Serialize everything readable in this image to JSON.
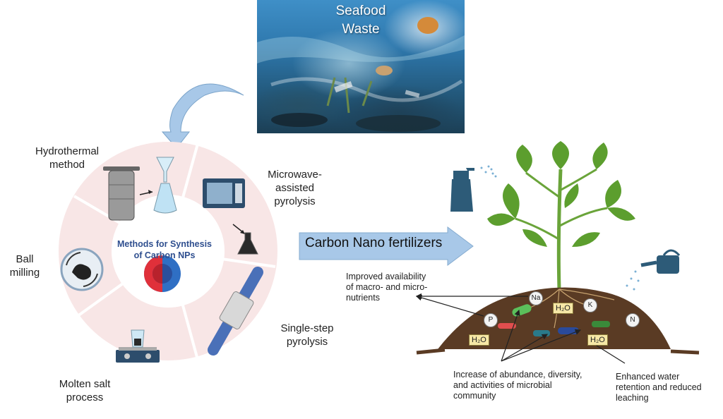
{
  "photo": {
    "title_line1": "Seafood",
    "title_line2": "Waste"
  },
  "wheel": {
    "center_title_line1": "Methods for Synthesis",
    "center_title_line2": "of Carbon NPs",
    "methods": {
      "hydrothermal_line1": "Hydrothermal",
      "hydrothermal_line2": "method",
      "microwave_line1": "Microwave-",
      "microwave_line2": "assisted",
      "microwave_line3": "pyrolysis",
      "ball_line1": "Ball",
      "ball_line2": "milling",
      "single_line1": "Single-step",
      "single_line2": "pyrolysis",
      "molten_line1": "Molten salt",
      "molten_line2": "process"
    }
  },
  "arrow_label": "Carbon Nano fertilizers",
  "benefits": {
    "nutrients_line1": "Improved availability",
    "nutrients_line2": "of macro- and micro-",
    "nutrients_line3": "nutrients",
    "microbial_line1": "Increase of abundance, diversity,",
    "microbial_line2": "and activities of microbial",
    "microbial_line3": "community",
    "water_line1": "Enhanced water",
    "water_line2": "retention and reduced",
    "water_line3": "leaching"
  },
  "soil_labels": {
    "na": "Na",
    "k": "K",
    "p": "P",
    "n": "N",
    "h2o": "H₂O"
  },
  "colors": {
    "wheel_pink": "#f8e6e6",
    "arrow_blue": "#a8c8e8",
    "soil_brown": "#5a3b24",
    "leaf_green": "#5c9e2e",
    "sprayer_blue": "#2d5b78"
  }
}
